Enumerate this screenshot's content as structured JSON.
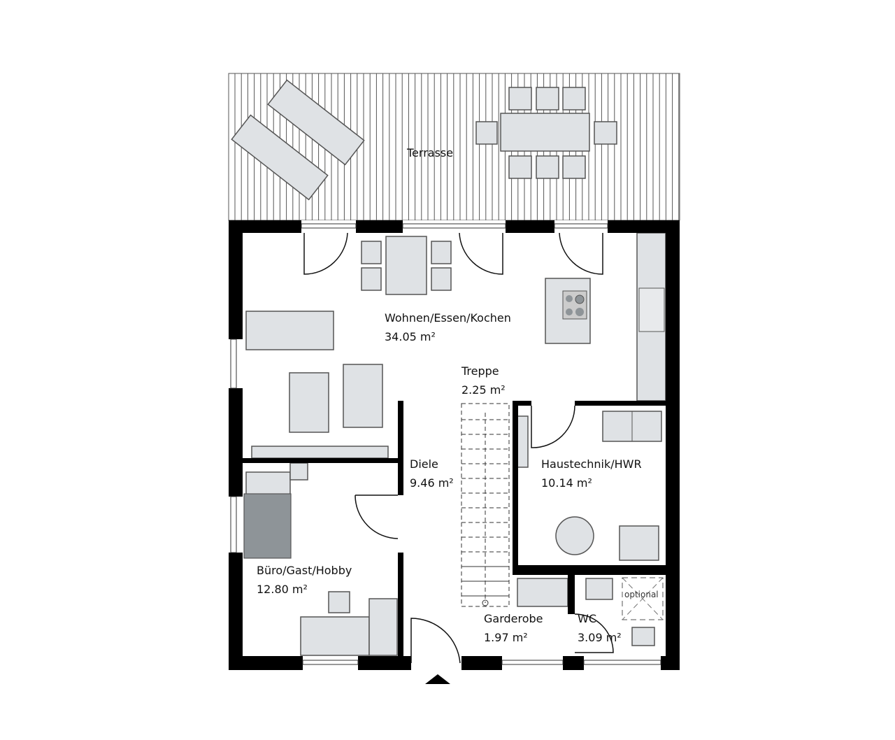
{
  "rooms": [
    {
      "name": "Terrasse",
      "area": ""
    },
    {
      "name": "Wohnen/Essen/Kochen",
      "area": "34.05 m²"
    },
    {
      "name": "Treppe",
      "area": "2.25 m²"
    },
    {
      "name": "Diele",
      "area": "9.46 m²"
    },
    {
      "name": "Haustechnik/HWR",
      "area": "10.14 m²"
    },
    {
      "name": "Büro/Gast/Hobby",
      "area": "12.80 m²"
    },
    {
      "name": "Garderobe",
      "area": "1.97 m²"
    },
    {
      "name": "WC",
      "area": "3.09 m²"
    }
  ],
  "annotations": {
    "shower": "optional"
  },
  "colors": {
    "wall": "#000000",
    "furniture": "#dfe2e5",
    "bed": "#8e9498"
  }
}
